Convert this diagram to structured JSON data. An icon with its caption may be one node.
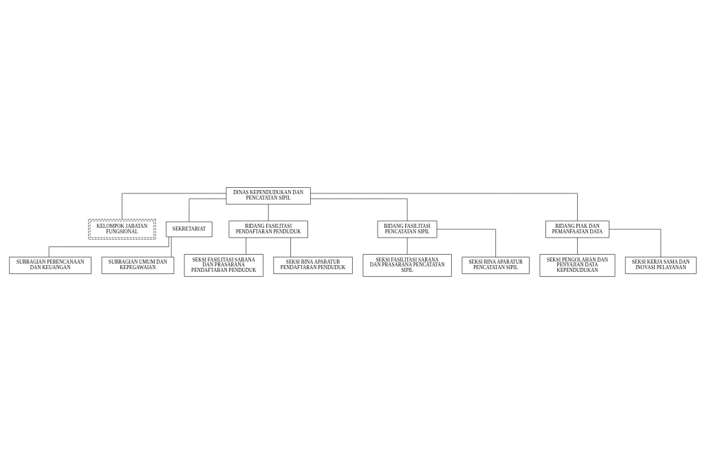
{
  "diagram": {
    "nodes": [
      {
        "text": [
          "DINAS KEPENDUDUKAN DAN PENCATATAN SIPIL"
        ]
      },
      {
        "text": [
          "KELOMPOK JABATAN FUNGSIONAL"
        ]
      },
      {
        "text": [
          "SEKRETARIAT"
        ]
      },
      {
        "text": [
          "SUBBAGIAN PERENCANAAN DAN KEUANGAN"
        ]
      },
      {
        "text": [
          "SUBBAGIAN UMUM DAN KEPEGAWAIAN"
        ]
      },
      {
        "text": [
          "BIDANG FASILITASI PENDAFTARAN PENDUDUK"
        ]
      },
      {
        "text": [
          "BIDANG FASILITASI PENCATATAN SIPIL"
        ]
      },
      {
        "text": [
          "BIDANG PIAK DAN PEMANFAATAN DATA"
        ]
      },
      {
        "text": [
          "SEKSI FASILITASI SARANA DAN PRASARANA PENDAFTARAN PENDUDUK"
        ]
      },
      {
        "text": [
          "SEKSI BINA APARATUR PENDAFTARAN PENDUDUK"
        ]
      },
      {
        "text": [
          "SEKSI FASILITASI SARANA DAN PRASARANA PENCATATAN SIPIL"
        ]
      },
      {
        "text": [
          "SEKSI BINA APARATUR PENCATATAN SIPIL"
        ]
      },
      {
        "text": [
          "SEKSI PENGOLAHAN DAN PENYAJIAN DATA KEPENDUDUKAN"
        ]
      },
      {
        "text": [
          "SEKSI KERJA SAMA DAN INOVASI PELAYANAN"
        ]
      }
    ],
    "edges": [
      {
        "from": 0,
        "to": 1,
        "arrow": "none"
      },
      {
        "from": 0,
        "to": 2,
        "arrow": "none"
      },
      {
        "from": 2,
        "to": 3,
        "arrow": "none"
      },
      {
        "from": 2,
        "to": 4,
        "arrow": "none"
      },
      {
        "from": 0,
        "to": 5,
        "arrow": "none"
      },
      {
        "from": 0,
        "to": 6,
        "arrow": "none"
      },
      {
        "from": 0,
        "to": 7,
        "arrow": "none"
      },
      {
        "from": 5,
        "to": 8,
        "arrow": "none"
      },
      {
        "from": 5,
        "to": 9,
        "arrow": "none"
      },
      {
        "from": 6,
        "to": 10,
        "arrow": "none"
      },
      {
        "from": 6,
        "to": 11,
        "arrow": "none"
      },
      {
        "from": 7,
        "to": 12,
        "arrow": "none"
      },
      {
        "from": 7,
        "to": 13,
        "arrow": "none"
      }
    ]
  }
}
